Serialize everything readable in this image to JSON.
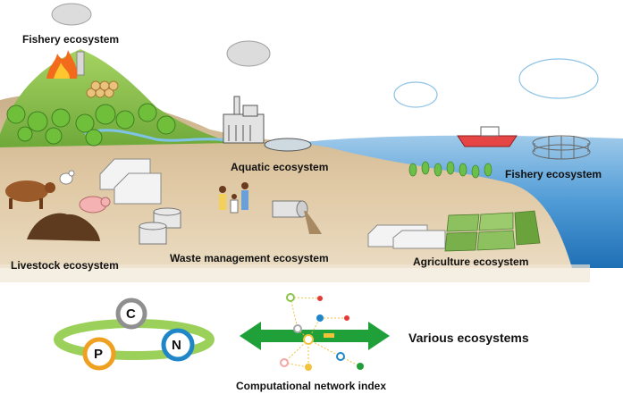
{
  "labels": {
    "fishery_top": "Fishery ecosystem",
    "aquatic": "Aquatic ecosystem",
    "fishery_right": "Fishery ecosystem",
    "livestock": "Livestock ecosystem",
    "waste": "Waste management ecosystem",
    "agriculture": "Agriculture ecosystem"
  },
  "cycle": {
    "c": "C",
    "n": "N",
    "p": "P"
  },
  "network": {
    "caption": "Computational network index"
  },
  "various": "Various ecosystems",
  "colors": {
    "sky": "#ffffff",
    "land": "#dfc7a1",
    "hill": "#8cc44e",
    "sea": "#3f8fce",
    "cycle_c": "#8f8f8f",
    "cycle_n": "#1f86c8",
    "cycle_p": "#f0a020",
    "arrow": "#1fa038"
  }
}
